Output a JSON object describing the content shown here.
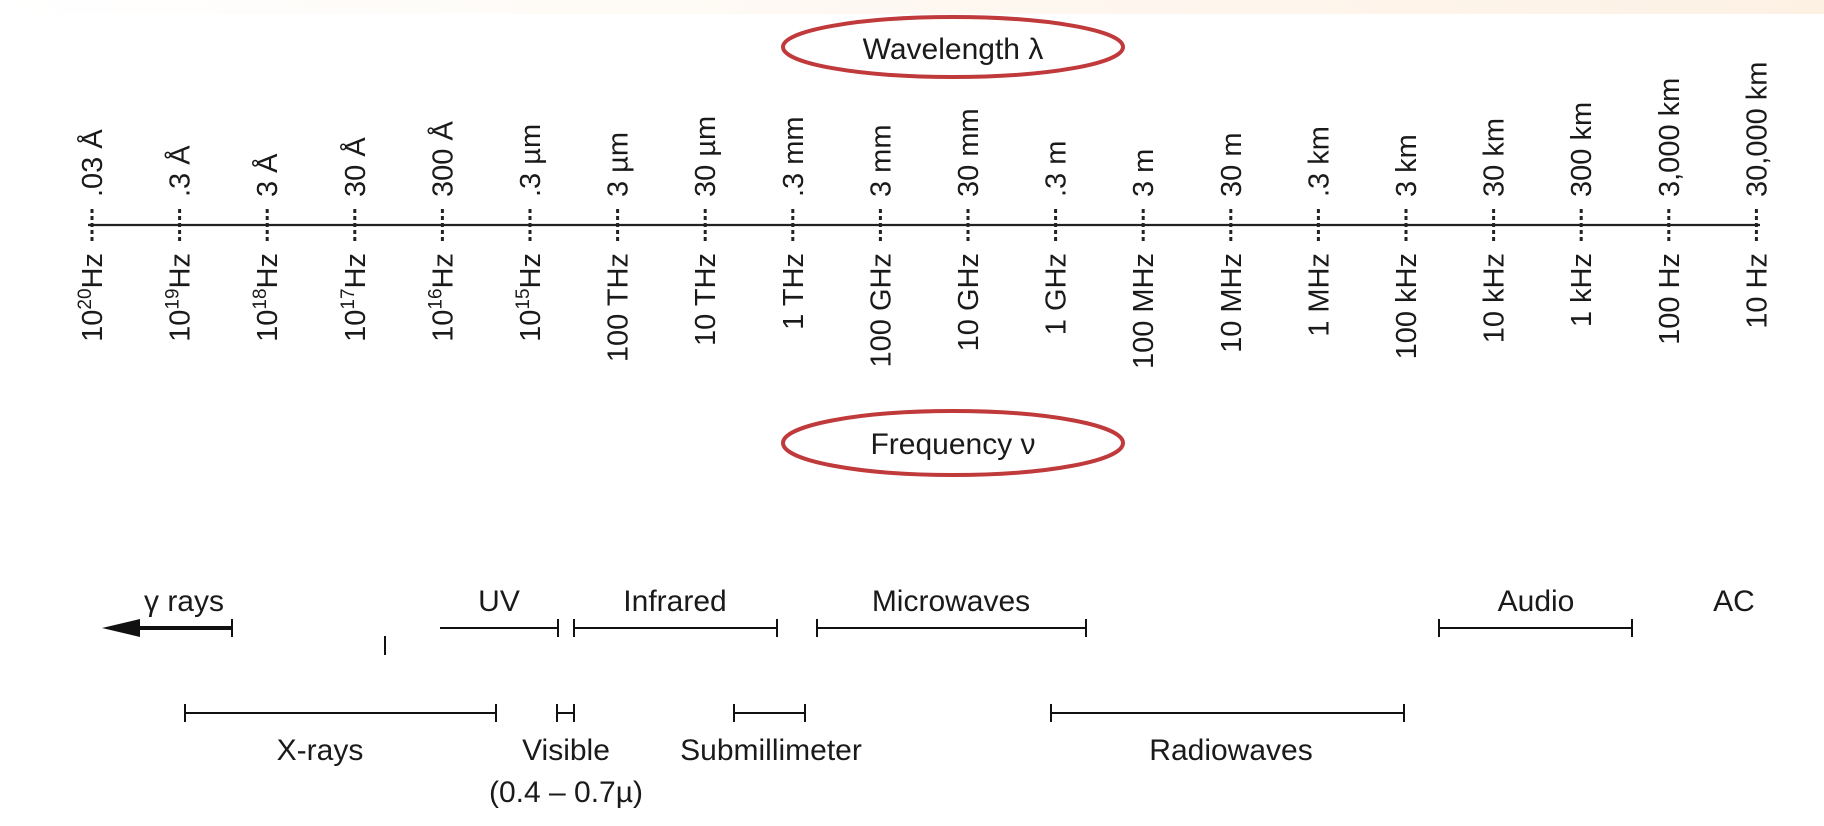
{
  "title_wavelength": "Wavelength λ",
  "title_frequency": "Frequency ν",
  "highlight_color": "#c0393b",
  "ticks": [
    {
      "wavelength": ".03 Å",
      "freq_base": "10",
      "freq_exp": "20",
      "freq_unit": "Hz"
    },
    {
      "wavelength": ".3 Å",
      "freq_base": "10",
      "freq_exp": "19",
      "freq_unit": "Hz"
    },
    {
      "wavelength": "3 Å",
      "freq_base": "10",
      "freq_exp": "18",
      "freq_unit": "Hz"
    },
    {
      "wavelength": "30 Å",
      "freq_base": "10",
      "freq_exp": "17",
      "freq_unit": "Hz"
    },
    {
      "wavelength": "300 Å",
      "freq_base": "10",
      "freq_exp": "16",
      "freq_unit": "Hz"
    },
    {
      "wavelength": ".3 µm",
      "freq_base": "10",
      "freq_exp": "15",
      "freq_unit": "Hz"
    },
    {
      "wavelength": "3 µm",
      "freq_base": "100 THz",
      "freq_exp": "",
      "freq_unit": ""
    },
    {
      "wavelength": "30 µm",
      "freq_base": "10 THz",
      "freq_exp": "",
      "freq_unit": ""
    },
    {
      "wavelength": ".3 mm",
      "freq_base": "1 THz",
      "freq_exp": "",
      "freq_unit": ""
    },
    {
      "wavelength": "3 mm",
      "freq_base": "100 GHz",
      "freq_exp": "",
      "freq_unit": ""
    },
    {
      "wavelength": "30 mm",
      "freq_base": "10 GHz",
      "freq_exp": "",
      "freq_unit": ""
    },
    {
      "wavelength": ".3 m",
      "freq_base": "1 GHz",
      "freq_exp": "",
      "freq_unit": ""
    },
    {
      "wavelength": "3 m",
      "freq_base": "100 MHz",
      "freq_exp": "",
      "freq_unit": ""
    },
    {
      "wavelength": "30 m",
      "freq_base": "10 MHz",
      "freq_exp": "",
      "freq_unit": ""
    },
    {
      "wavelength": ".3 km",
      "freq_base": "1 MHz",
      "freq_exp": "",
      "freq_unit": ""
    },
    {
      "wavelength": "3 km",
      "freq_base": "100 kHz",
      "freq_exp": "",
      "freq_unit": ""
    },
    {
      "wavelength": "30 km",
      "freq_base": "10 kHz",
      "freq_exp": "",
      "freq_unit": ""
    },
    {
      "wavelength": "300 km",
      "freq_base": "1 kHz",
      "freq_exp": "",
      "freq_unit": ""
    },
    {
      "wavelength": "3,000 km",
      "freq_base": "100 Hz",
      "freq_exp": "",
      "freq_unit": ""
    },
    {
      "wavelength": "30,000 km",
      "freq_base": "10 Hz",
      "freq_exp": "",
      "freq_unit": ""
    }
  ],
  "bands_upper": [
    {
      "label": "γ rays"
    },
    {
      "label": "UV"
    },
    {
      "label": "Infrared"
    },
    {
      "label": "Microwaves"
    },
    {
      "label": "Audio"
    },
    {
      "label": "AC"
    }
  ],
  "bands_lower": [
    {
      "label": "X-rays"
    },
    {
      "label": "Visible",
      "sublabel": "(0.4 – 0.7µ)"
    },
    {
      "label": "Submillimeter"
    },
    {
      "label": "Radiowaves"
    }
  ]
}
